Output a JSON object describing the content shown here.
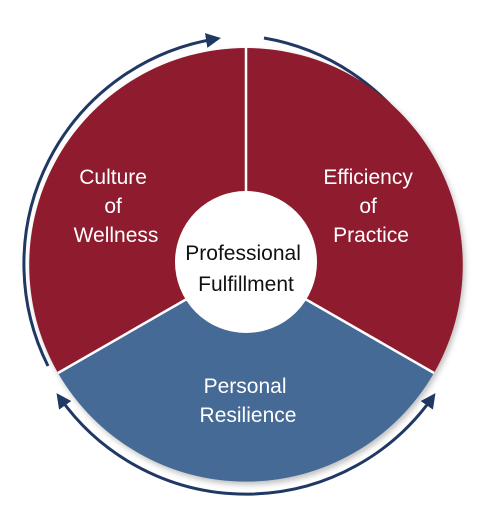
{
  "center": {
    "line1": "Professional",
    "line2": "Fulfillment"
  },
  "segments": {
    "culture": {
      "line1": "Culture",
      "line2": "of",
      "line3": "Wellness",
      "color": "#8E1B2F"
    },
    "efficiency": {
      "line1": "Efficiency",
      "line2": "of",
      "line3": "Practice",
      "color": "#8E1B2F"
    },
    "resilience": {
      "line1": "Personal",
      "line2": "Resilience",
      "color": "#446B95"
    }
  },
  "colors": {
    "arrow": "#1F3864",
    "divider": "#ffffff",
    "center_fill": "#ffffff"
  }
}
